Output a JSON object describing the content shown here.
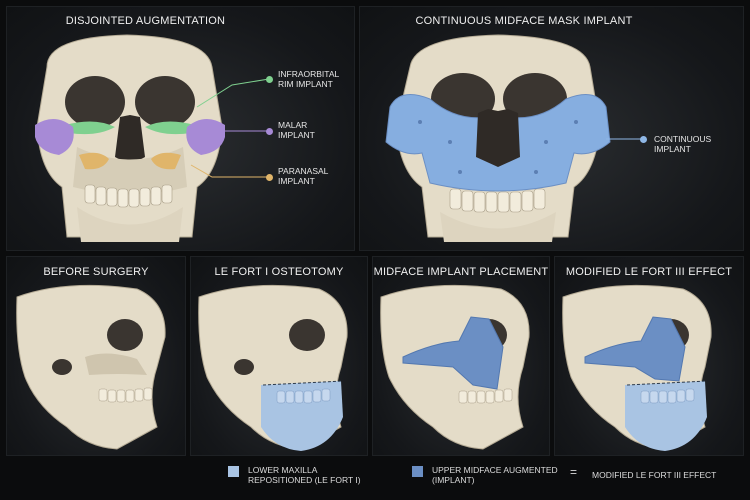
{
  "top_left": {
    "title": "DISJOINTED AUGMENTATION",
    "labels": [
      {
        "line1": "INFRAORBITAL",
        "line2": "RIM IMPLANT",
        "color": "#7fd08f"
      },
      {
        "line1": "MALAR",
        "line2": "IMPLANT",
        "color": "#a78ad6"
      },
      {
        "line1": "PARANASAL",
        "line2": "IMPLANT",
        "color": "#e0b56a"
      }
    ]
  },
  "top_right": {
    "title": "CONTINUOUS MIDFACE MASK IMPLANT",
    "label": {
      "line1": "CONTINUOUS",
      "line2": "IMPLANT",
      "color": "#8fb7e6"
    }
  },
  "bottom": {
    "titles": [
      "BEFORE SURGERY",
      "LE FORT I OSTEOTOMY",
      "MIDFACE IMPLANT PLACEMENT",
      "MODIFIED LE FORT III EFFECT"
    ]
  },
  "legend": {
    "item1_line1": "LOWER MAXILLA",
    "item1_line2": "REPOSITIONED (LE FORT I)",
    "item1_color": "#a9c4e3",
    "item2_line1": "UPPER MIDFACE AUGMENTED",
    "item2_line2": "(IMPLANT)",
    "item2_color": "#6b8fc4",
    "equals": "=",
    "result": "MODIFIED LE FORT III EFFECT"
  },
  "colors": {
    "bone": "#e8e1cf",
    "bone_shadow": "#b8ae98",
    "implant_blue": "#86aee0",
    "background": "#0b0c0d"
  }
}
